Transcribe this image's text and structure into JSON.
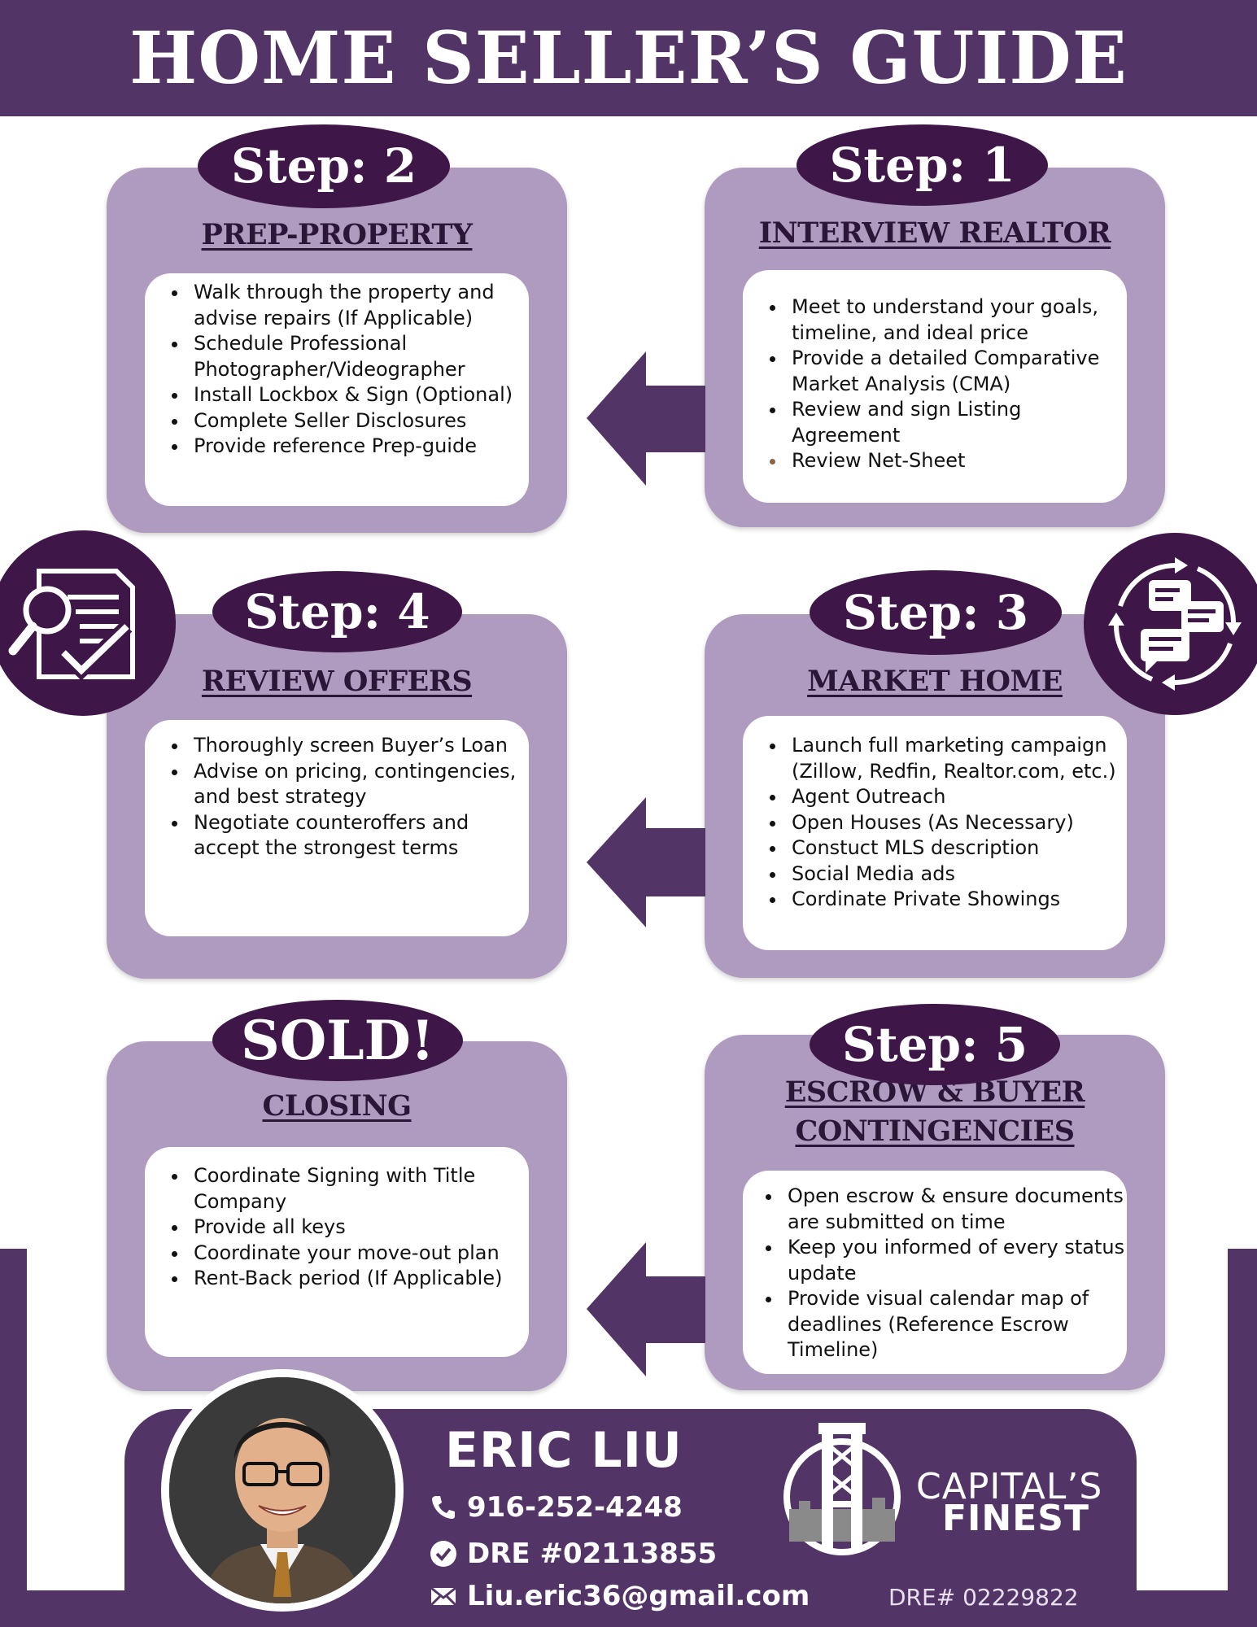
{
  "header": {
    "title": "HOME SELLER’S GUIDE"
  },
  "steps": [
    {
      "badge": "Step: 2",
      "title": "PREP-PROPERTY",
      "items": [
        "Walk through the property and advise repairs (If Applicable)",
        "Schedule Professional Photographer/Videographer",
        "Install Lockbox & Sign (Optional)",
        "Complete Seller Disclosures",
        "Provide reference Prep-guide"
      ]
    },
    {
      "badge": "Step: 1",
      "title": "INTERVIEW REALTOR",
      "items": [
        "Meet to understand your goals, timeline, and ideal price",
        "Provide a detailed Comparative Market Analysis (CMA)",
        "Review and sign Listing Agreement",
        "Review Net-Sheet"
      ]
    },
    {
      "badge": "Step: 4",
      "title": "REVIEW OFFERS",
      "items": [
        "Thoroughly screen Buyer’s Loan",
        "Advise on pricing, contingencies, and best strategy",
        "Negotiate counteroffers and accept the strongest terms"
      ]
    },
    {
      "badge": "Step: 3",
      "title": "MARKET HOME",
      "items": [
        "Launch full marketing campaign (Zillow, Redfin, Realtor.com, etc.)",
        "Agent Outreach",
        "Open Houses (As Necessary)",
        "Constuct MLS description",
        "Social Media ads",
        "Cordinate Private Showings"
      ]
    },
    {
      "badge": "SOLD!",
      "title": "CLOSING",
      "items": [
        "Coordinate Signing with Title Company",
        "Provide all keys",
        "Coordinate your move-out plan",
        "Rent-Back period (If Applicable)"
      ]
    },
    {
      "badge": "Step: 5",
      "title": "ESCROW & BUYER CONTINGENCIES",
      "items": [
        "Open escrow & ensure documents are submitted on time",
        "Keep you informed of every status update",
        "Provide visual calendar map of deadlines (Reference Escrow Timeline)"
      ]
    }
  ],
  "icons": {
    "review_offers": "document-magnifier-check-icon",
    "market_home": "chat-bubbles-cycle-icon"
  },
  "agent": {
    "name": "ERIC LIU",
    "phone": "916-252-4248",
    "dre": "DRE #02113855",
    "email": "Liu.eric36@gmail.com"
  },
  "brand": {
    "line1": "CAPITAL’S",
    "line2": "FINEST",
    "dre": "DRE# 02229822"
  },
  "colors": {
    "primary": "#523566",
    "dark": "#3e1748",
    "card": "#ae9bbf",
    "title": "#2b1638"
  }
}
